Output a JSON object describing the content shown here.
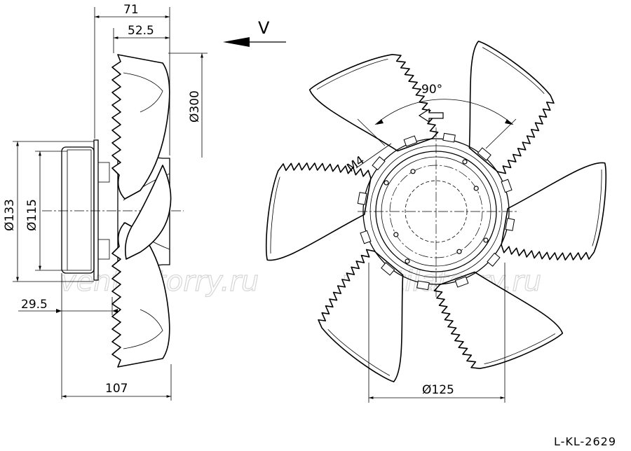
{
  "side_view": {
    "dim_total_depth": "71",
    "dim_blade_depth": "52.5",
    "dim_blade_diameter": "Ø300",
    "dim_motor_outer": "Ø133",
    "dim_motor_inner": "Ø115",
    "dim_motor_offset": "29.5",
    "dim_overall_length": "107"
  },
  "front_view": {
    "airflow_label": "V",
    "angle_label": "90°",
    "thread_label": "M4",
    "bolt_circle": "Ø125"
  },
  "watermarks": [
    "ventilatorry.ru",
    "ventilatorry.ru"
  ],
  "drawing_code": "L-KL-2629",
  "fan_blade_count": 6
}
